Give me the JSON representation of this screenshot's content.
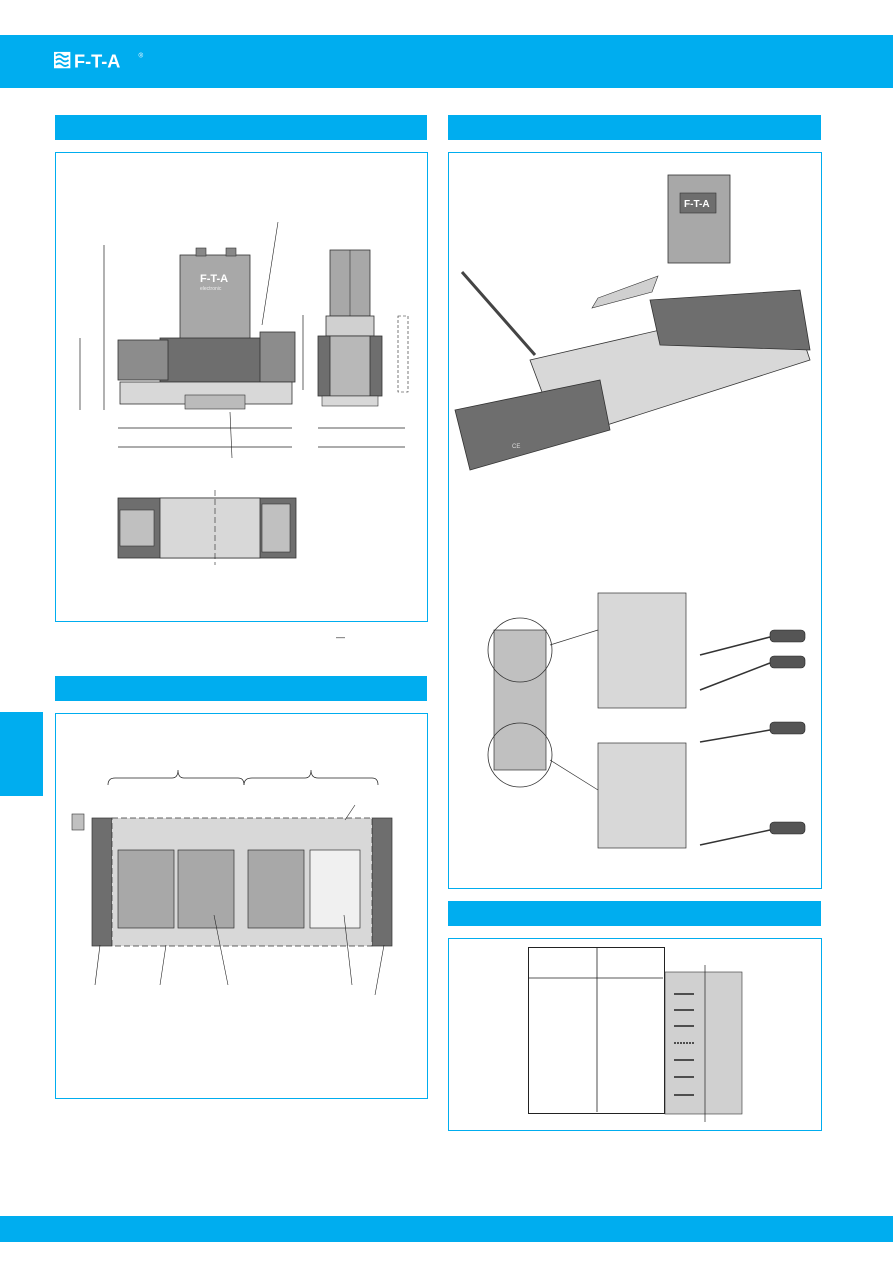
{
  "brand": {
    "logo_text": "F-T-A",
    "registered_mark": "®",
    "product_mark": "F-T-A",
    "product_sub": "electronic",
    "ce_mark": "CE"
  },
  "colors": {
    "accent": "#00adef",
    "frame": "#00adef",
    "drawing_dark": "#6e6e6e",
    "drawing_mid": "#a8a8a8",
    "drawing_light": "#d8d8d8"
  },
  "sections": [
    {
      "id": "dimensions",
      "heading": ""
    },
    {
      "id": "circuit",
      "heading": ""
    },
    {
      "id": "assembly",
      "heading": ""
    },
    {
      "id": "coding",
      "heading": ""
    }
  ],
  "icons": [
    "logo-icon",
    "screwdriver-icon",
    "arrow-icon",
    "relay-module-icon"
  ]
}
